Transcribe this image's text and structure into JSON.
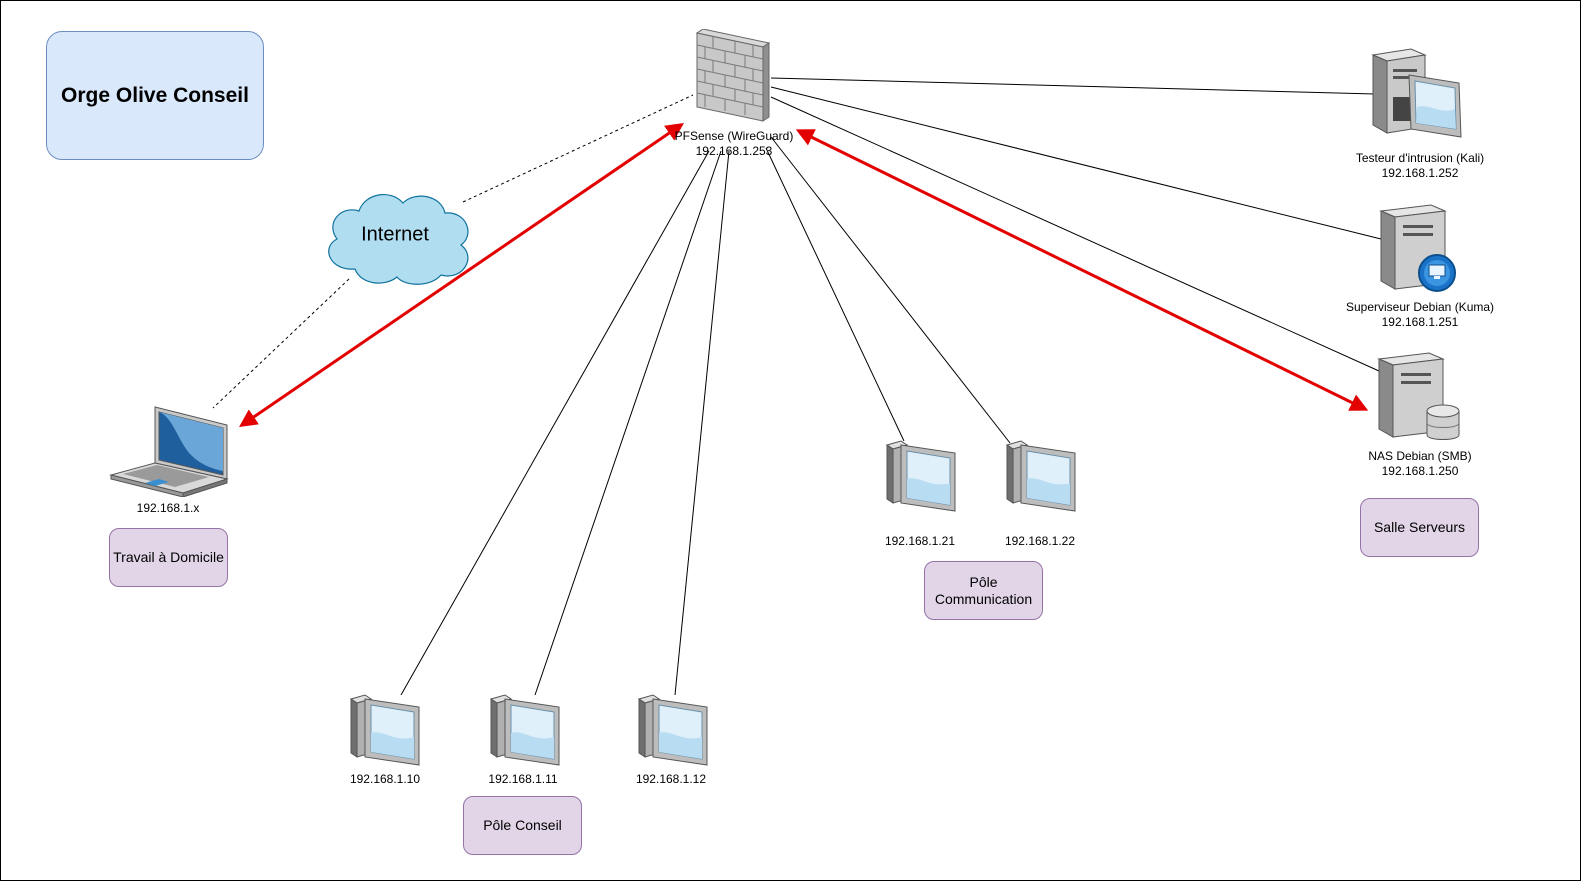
{
  "diagram": {
    "title": "Orge Olive Conseil",
    "cloud": {
      "label": "Internet"
    },
    "firewall": {
      "name": "PFSense (WireGuard)",
      "ip": "192.168.1.253",
      "icon": "firewall-icon"
    },
    "servers": [
      {
        "name": "Testeur d'intrusion (Kali)",
        "ip": "192.168.1.252",
        "icon": "workstation-tower-icon"
      },
      {
        "name": "Superviseur Debian (Kuma)",
        "ip": "192.168.1.251",
        "icon": "monitoring-server-icon"
      },
      {
        "name": "NAS Debian (SMB)",
        "ip": "192.168.1.250",
        "icon": "storage-server-icon"
      }
    ],
    "laptop": {
      "ip": "192.168.1.x",
      "icon": "laptop-icon"
    },
    "pcs_conseil": [
      {
        "ip": "192.168.1.10"
      },
      {
        "ip": "192.168.1.11"
      },
      {
        "ip": "192.168.1.12"
      }
    ],
    "pcs_communication": [
      {
        "ip": "192.168.1.21"
      },
      {
        "ip": "192.168.1.22"
      }
    ],
    "groups": {
      "home": "Travail à Domicile",
      "conseil": "Pôle Conseil",
      "communication": "Pôle Communication",
      "servers": "Salle Serveurs"
    },
    "colors": {
      "title_fill": "#dae8fc",
      "title_stroke": "#6c8ebf",
      "group_fill": "#e1d5e7",
      "group_stroke": "#9673a6",
      "cloud_fill": "#b1ddf0",
      "cloud_stroke": "#10739e",
      "vpn_arrow": "#e30000"
    }
  }
}
